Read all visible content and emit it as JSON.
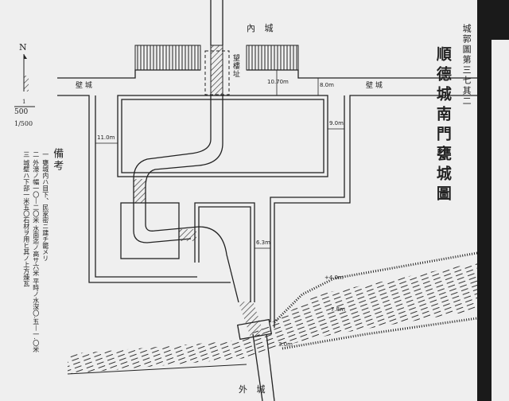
{
  "title": {
    "series": "城郭圖第三七其二",
    "main": "順德城南門甕城圖"
  },
  "north": {
    "label": "N",
    "scale": "1/500",
    "scale_numerator": "1",
    "scale_denominator": "500"
  },
  "labels": {
    "inner_city": "內 城",
    "outer_city": "外 城",
    "wall_left": "壁 城",
    "wall_right": "壁 城",
    "watchtower_site": "望樓址"
  },
  "dimensions": {
    "d1": "10.70m",
    "d2": "8.0m",
    "d3": "9.0m",
    "d4": "11.0m",
    "d5": "6.3m",
    "d6": "+4.0m",
    "d7": "7.8m",
    "d8": "3.0m"
  },
  "notes": {
    "heading": "備考",
    "items": [
      "一 甕城内ハ目下、民家密ニ建チ籠メリ",
      "二 外濠ノ幅一〇—二〇米 水面迄ノ高サ六米 平時ノ水深〇.五—一.〇米",
      "三 城壁ハ下部一米五〇石材ヲ用ヒ其ノ上方煉瓦"
    ]
  },
  "colors": {
    "paper": "#efefef",
    "ink": "#222222",
    "edge": "#1a1a1a"
  }
}
